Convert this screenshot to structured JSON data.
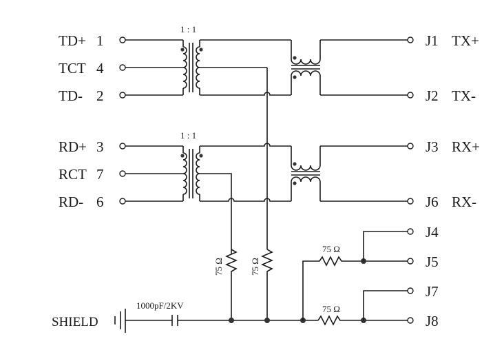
{
  "diagram": {
    "title": "Ethernet magnetics schematic",
    "left_pins": [
      {
        "signal": "TD+",
        "pin": "1"
      },
      {
        "signal": "TCT",
        "pin": "4"
      },
      {
        "signal": "TD-",
        "pin": "2"
      },
      {
        "signal": "RD+",
        "pin": "3"
      },
      {
        "signal": "RCT",
        "pin": "7"
      },
      {
        "signal": "RD-",
        "pin": "6"
      }
    ],
    "right_pins": [
      {
        "connector": "J1",
        "signal": "TX+"
      },
      {
        "connector": "J2",
        "signal": "TX-"
      },
      {
        "connector": "J3",
        "signal": "RX+"
      },
      {
        "connector": "J6",
        "signal": "RX-"
      },
      {
        "connector": "J4",
        "signal": ""
      },
      {
        "connector": "J5",
        "signal": ""
      },
      {
        "connector": "J7",
        "signal": ""
      },
      {
        "connector": "J8",
        "signal": ""
      }
    ],
    "transformer_ratio_tx": "1 : 1",
    "transformer_ratio_rx": "1 : 1",
    "resistor_1": "75 Ω",
    "resistor_2": "75 Ω",
    "resistor_3": "75 Ω",
    "resistor_4": "75 Ω",
    "capacitor": "1000pF/2KV",
    "shield_label": "SHIELD"
  }
}
